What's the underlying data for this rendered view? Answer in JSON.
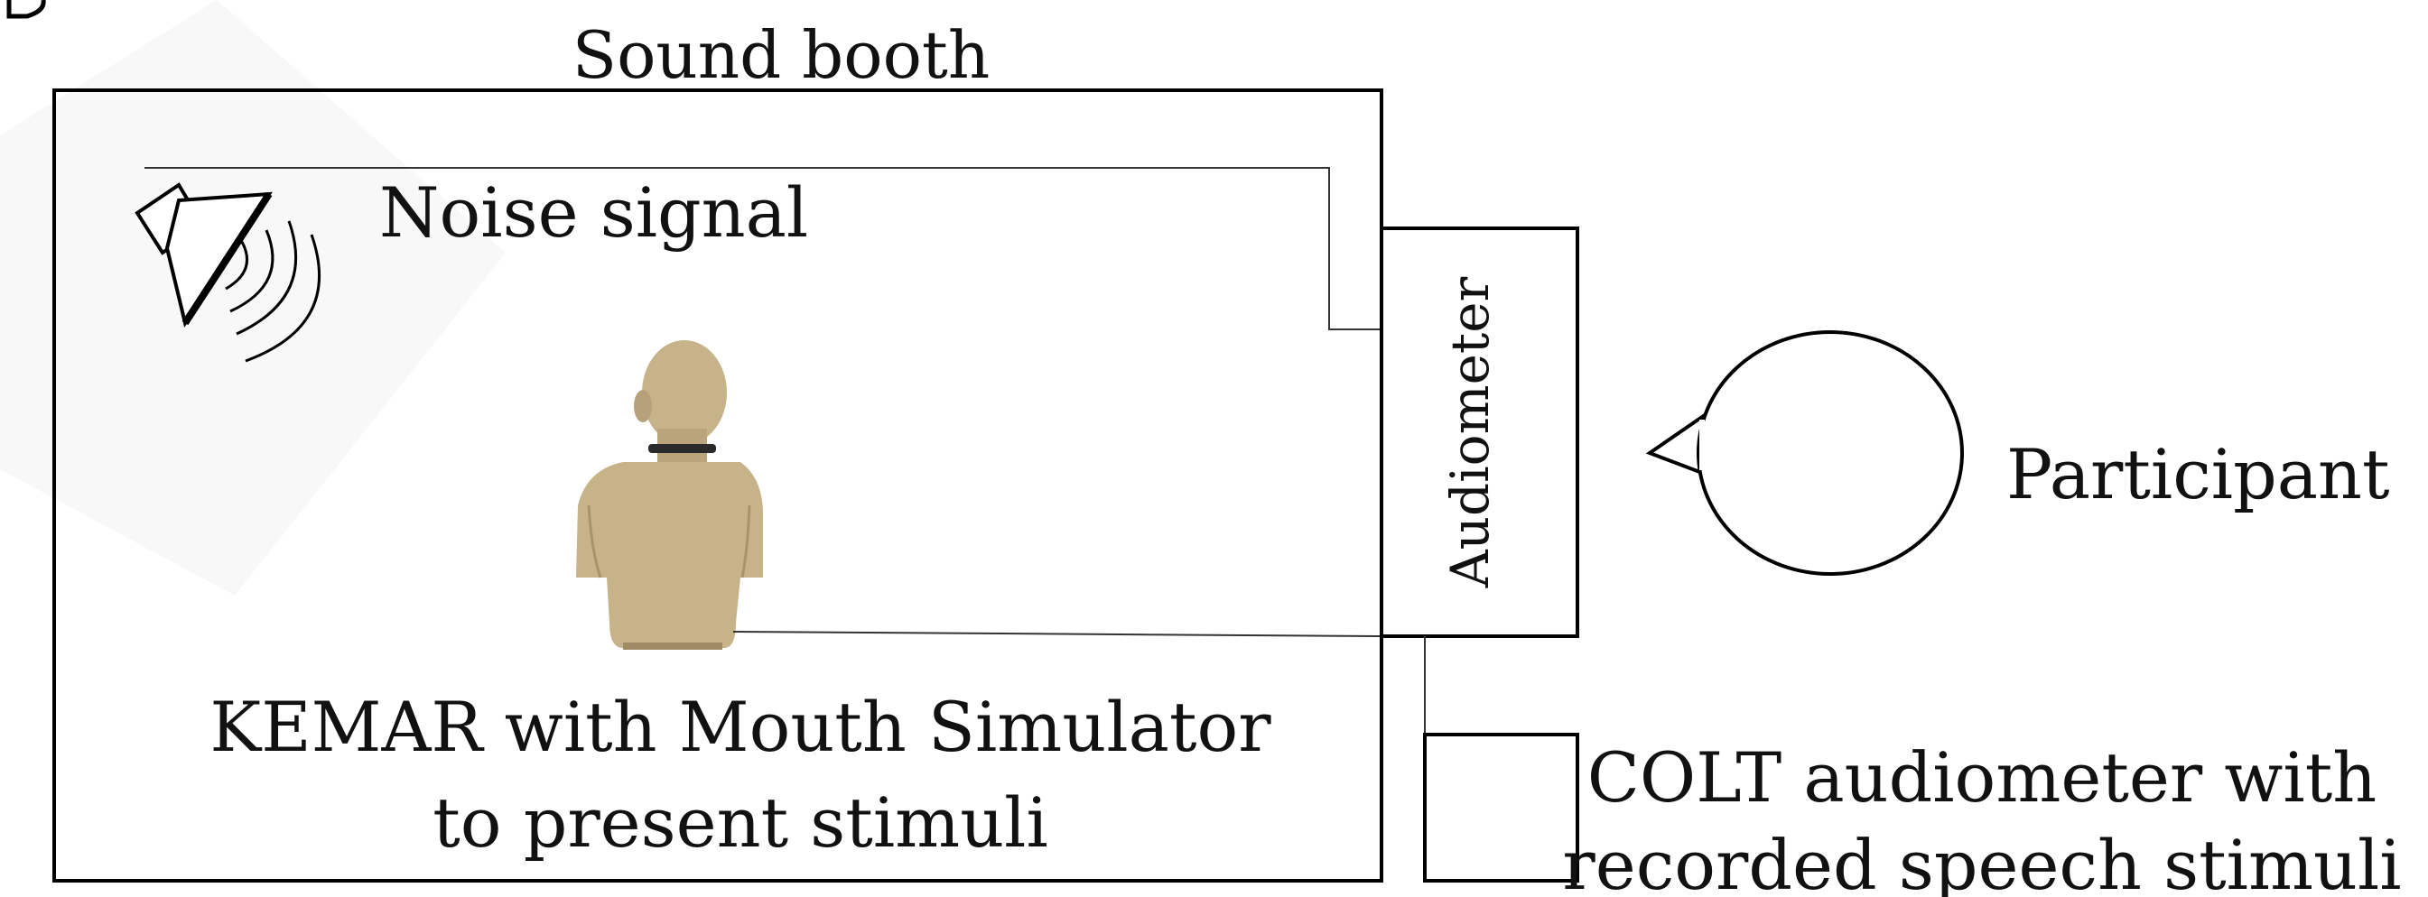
{
  "labels": {
    "sound_booth": "Sound booth",
    "noise_signal": "Noise signal",
    "audiometer": "Audiometer",
    "participant": "Participant",
    "kemar_line1": "KEMAR with Mouth Simulator",
    "kemar_line2": "to present stimuli",
    "colt_line1": "COLT audiometer with",
    "colt_line2": "recorded speech stimuli"
  },
  "icons": {
    "speaker": "speaker-icon",
    "mannequin": "kemar-mannequin-icon",
    "participant_head": "participant-head-icon"
  },
  "colors": {
    "line": "#000000",
    "mannequin_skin": "#c7b38a"
  }
}
